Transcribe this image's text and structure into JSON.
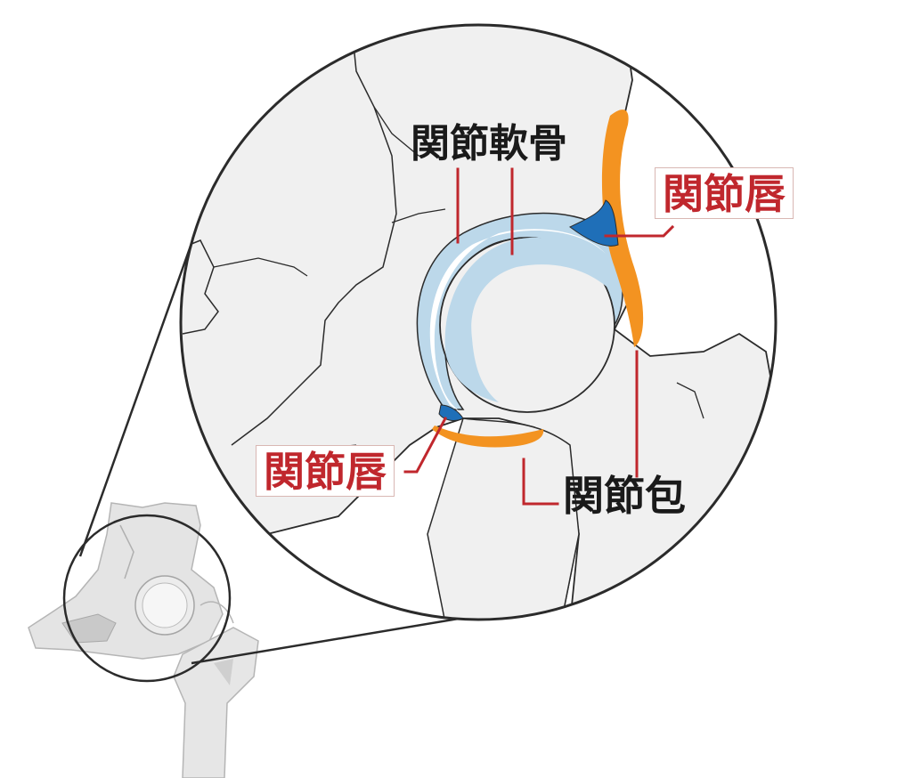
{
  "labels": {
    "articular_cartilage": "関節軟骨",
    "labrum_upper": "関節唇",
    "labrum_lower": "関節唇",
    "joint_capsule": "関節包"
  },
  "colors": {
    "label_red": "#c0272d",
    "label_black": "#1a1a1a",
    "capsule_orange": "#f39321",
    "labrum_blue": "#1f6fb8",
    "cartilage_blue": "#bcd8ea",
    "bone_gray": "#f0f0f0",
    "outline": "#2b2b2b"
  }
}
